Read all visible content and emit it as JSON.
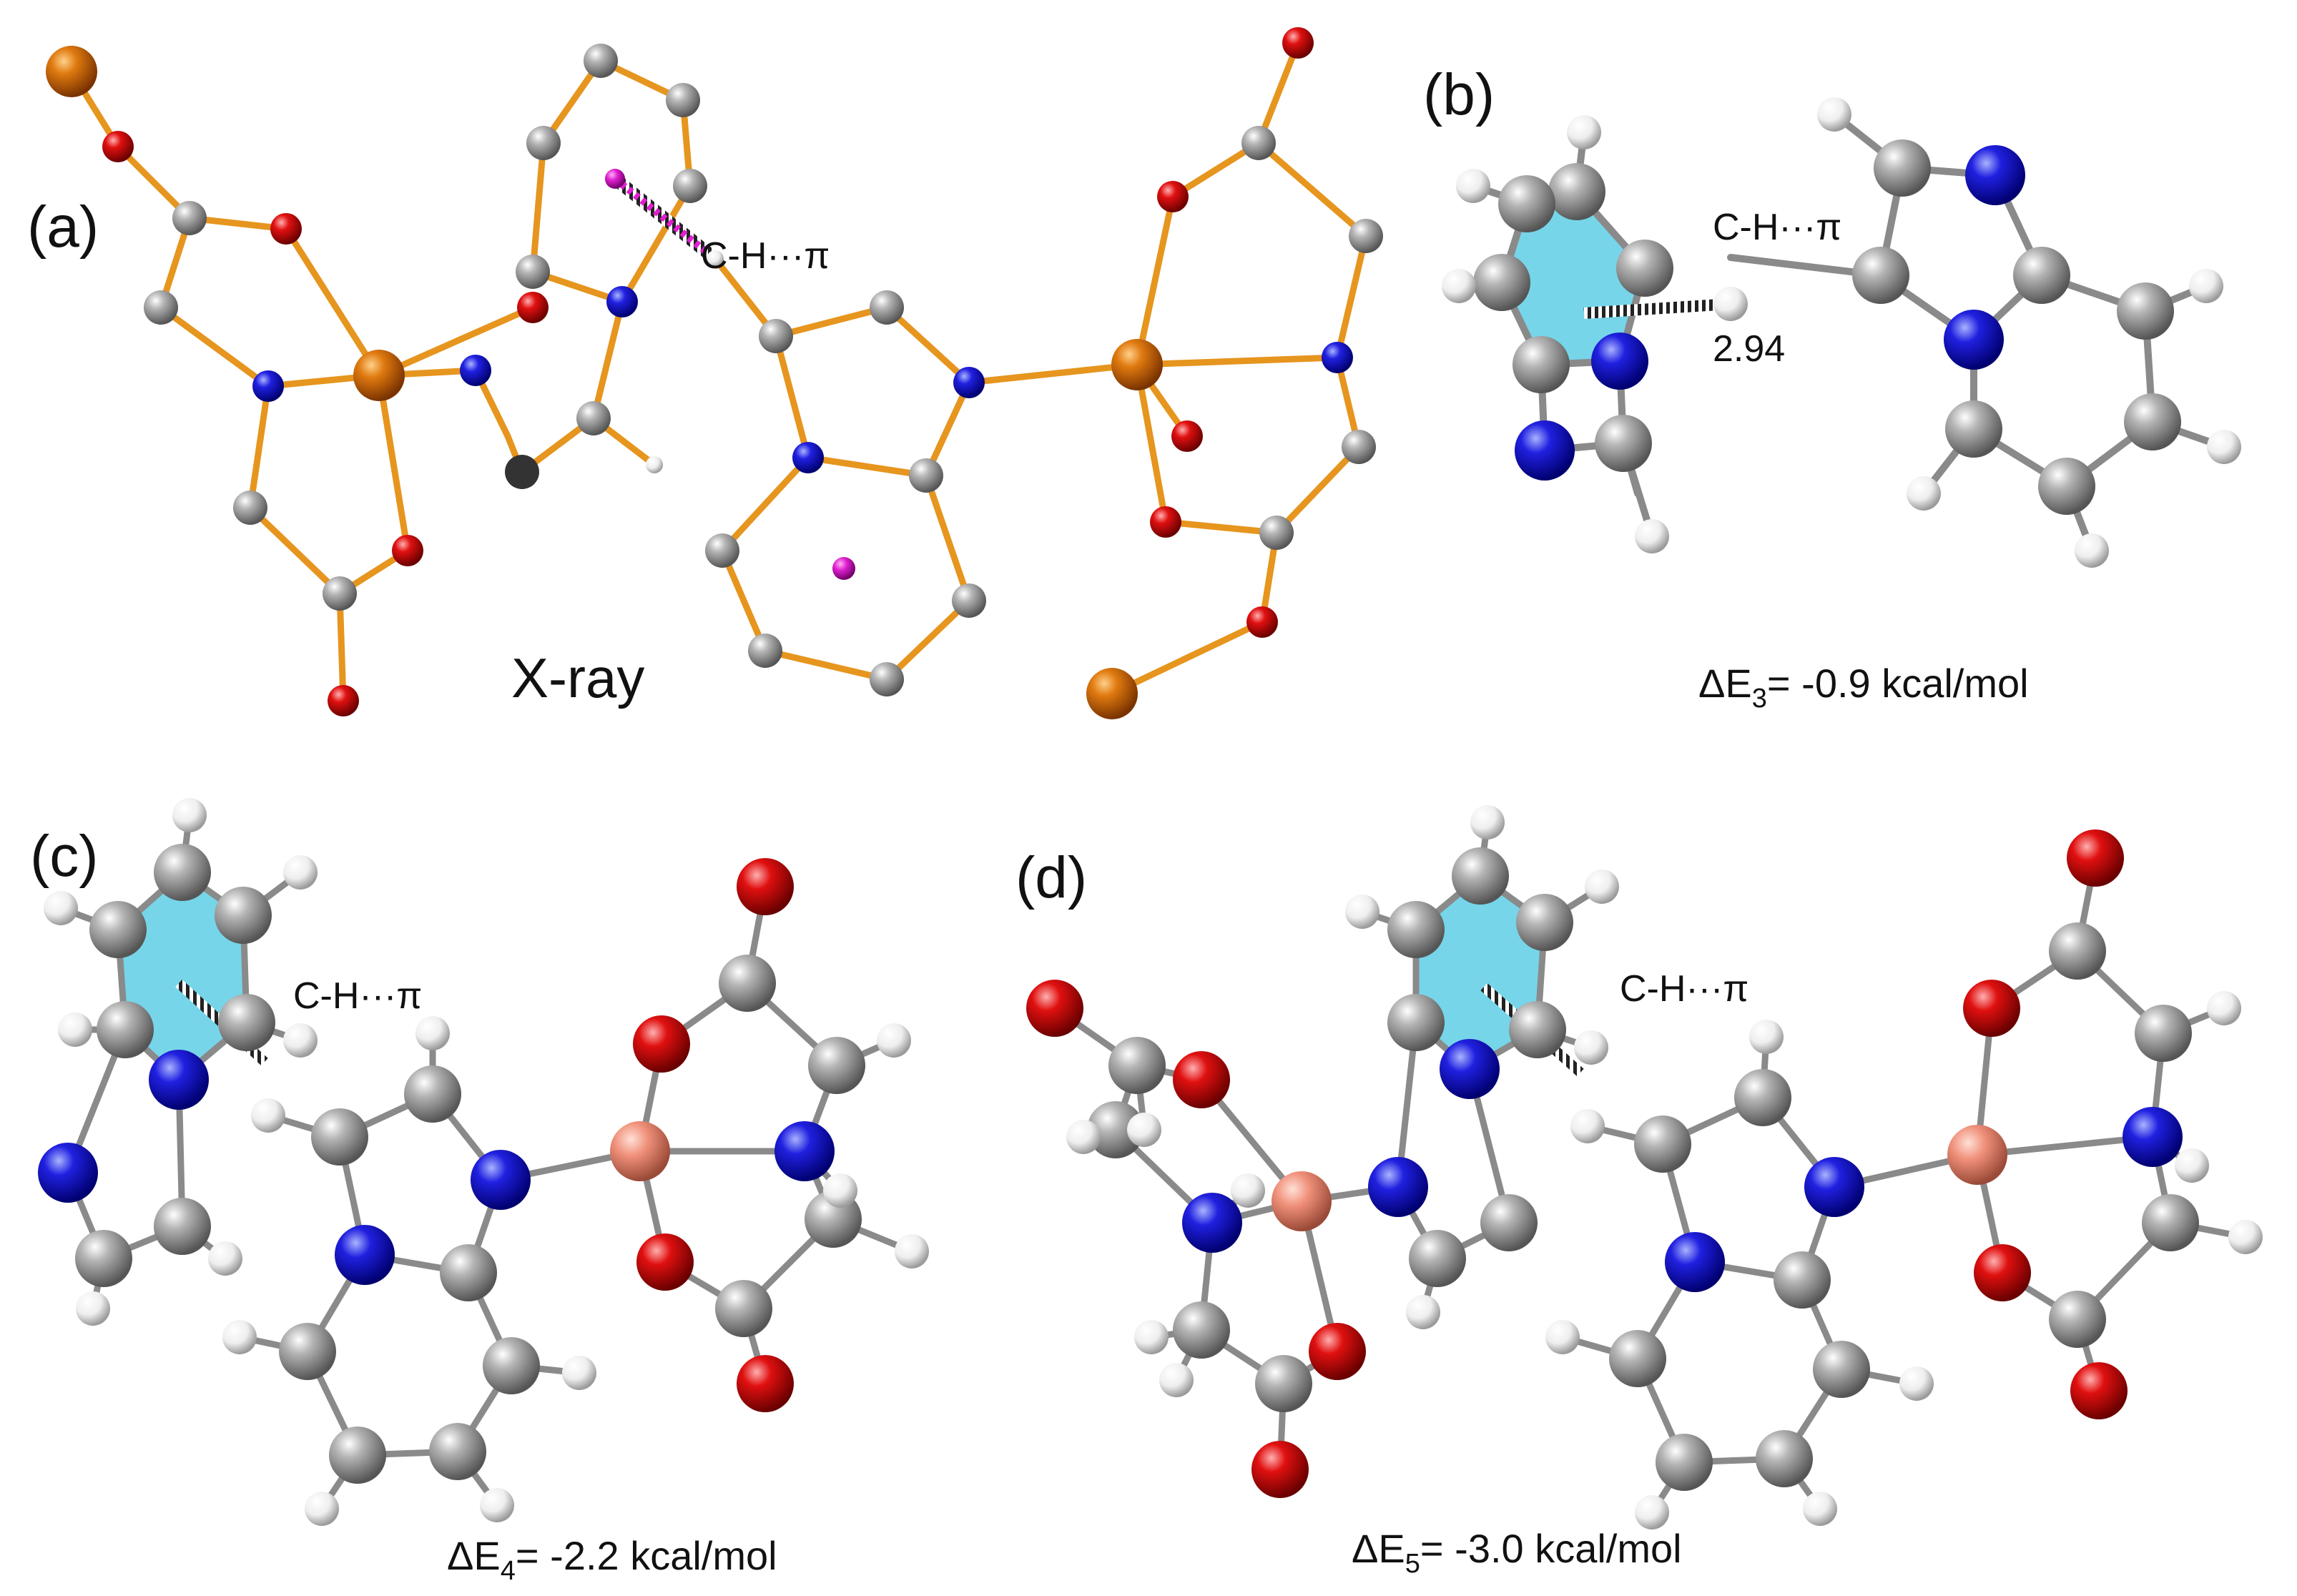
{
  "figure": {
    "panels": [
      {
        "id": "a",
        "label": "(a)",
        "caption": "X-ray",
        "interaction": "C-H···π"
      },
      {
        "id": "b",
        "label": "(b)",
        "interaction": "C-H···π",
        "distance": "2.94",
        "energy": {
          "prefix": "ΔE",
          "sub": "3",
          "value": "= -0.9 kcal/mol"
        }
      },
      {
        "id": "c",
        "label": "(c)",
        "interaction": "C-H···π",
        "energy": {
          "prefix": "ΔE",
          "sub": "4",
          "value": "= -2.2 kcal/mol"
        }
      },
      {
        "id": "d",
        "label": "(d)",
        "interaction": "C-H···π",
        "energy": {
          "prefix": "ΔE",
          "sub": "5",
          "value": "= -3.0 kcal/mol"
        }
      }
    ]
  },
  "colors": {
    "carbon": "#9a9a9a",
    "nitrogen": "#1c1ce0",
    "oxygen": "#e01010",
    "hydrogen": "#eeeeee",
    "copper_xray": "#e07a10",
    "copper_model": "#f0907a",
    "bond_xray": "#e6951e",
    "pi_ring": "#6fd3e8",
    "centroid": "#e020d0"
  }
}
